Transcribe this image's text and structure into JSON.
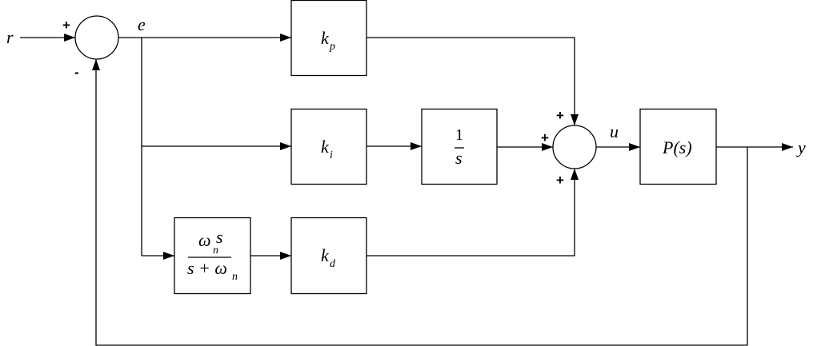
{
  "signals": {
    "r": "r",
    "e": "e",
    "u": "u",
    "y": "y"
  },
  "sum1_signs": {
    "top": "+",
    "bottom": "-"
  },
  "sum2_signs": {
    "top": "+",
    "left": "+",
    "bottom": "+"
  },
  "blocks": {
    "kp": {
      "main": "k",
      "sub": "p"
    },
    "ki": {
      "main": "k",
      "sub": "i"
    },
    "kd": {
      "main": "k",
      "sub": "d"
    },
    "integrator": {
      "num": "1",
      "den": "s"
    },
    "filter": {
      "num_a": "ω",
      "num_sub": "n",
      "num_b": "s",
      "den_a": "s + ω",
      "den_sub": "n"
    },
    "plant": {
      "label": "P(s)"
    }
  }
}
